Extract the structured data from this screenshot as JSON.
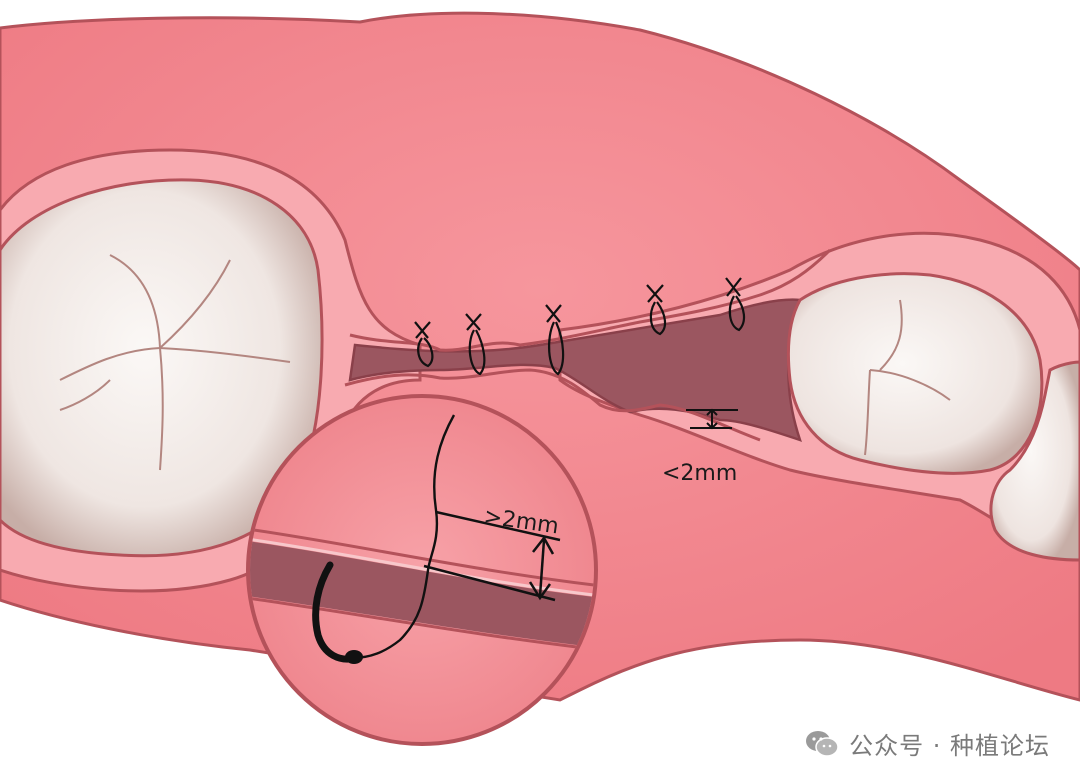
{
  "labels": {
    "gap_small": "<2mm",
    "gap_large": ">2mm"
  },
  "watermark": {
    "text": "公众号 · 种植论坛",
    "icon": "wechat-icon"
  },
  "colors": {
    "gum": "#f3828a",
    "gum_light": "#f8a9ae",
    "gum_edge": "#b4525a",
    "tissue_dark": "#9b5660",
    "tooth": "#f7f2ef",
    "tooth_shadow": "#c9b2ab",
    "suture": "#111111"
  }
}
